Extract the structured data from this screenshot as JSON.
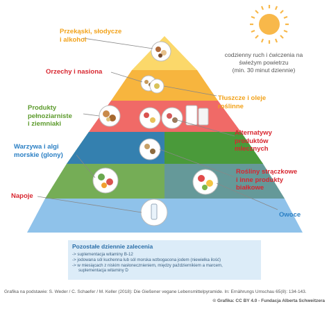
{
  "activity": {
    "line1": "codzienny ruch i ćwiczenia na",
    "line2": "świeżym powietrzu",
    "line3": "(min. 30 minut dziennie)"
  },
  "labels": {
    "snacks": [
      "Przekąski, słodycze",
      "i alkohol"
    ],
    "nuts": [
      "Orzechy i nasiona"
    ],
    "fats": [
      "Tłuszcze i oleje",
      "roślinne"
    ],
    "grains": [
      "Produkty",
      "pełnoziarniste",
      "i ziemniaki"
    ],
    "dairy_alt": [
      "Alternatywy",
      "produktów",
      "mlecznych"
    ],
    "veg": [
      "Warzywa i algi",
      "morskie (glony)"
    ],
    "legumes": [
      "Rośliny strączkowe",
      "i inne produkty",
      "białkowe"
    ],
    "drinks": [
      "Napoje"
    ],
    "fruit": [
      "Owoce"
    ]
  },
  "colors": {
    "tier_snacks": "#fbd86a",
    "tier_nuts_fats": "#f7b53e",
    "tier_grains_dairy": "#f06a67",
    "tier_veg_legumes": "#93c26a",
    "tier_veg_band": "#4b8f3a",
    "tier_fruit_band": "#3f79bf",
    "tier_drinks": "#8fc2ea",
    "sun": "#f8b84a"
  },
  "supplements": {
    "title": "Pozostałe dziennie zalecenia",
    "items": [
      "-> suplementacja witaminy B-12",
      "-> jodowana sól kuchenna lub sól morska wzbogacona jodem (niewielka ilość)",
      "-> w miesiącach z niskim nasłonecznieniem, między październikiem a marcem,",
      "suplementacja witaminy D"
    ]
  },
  "source": "Grafika na podstawie: S. Weder / C. Schaefer / M. Keller (2018): Die Gießener vegane Lebensmittelpyramide. In: Ernährungs Umschau 65(8): 134-143.",
  "credit": "© Grafika: CC BY 4.0 - Fundacja Alberta Schweitzera"
}
